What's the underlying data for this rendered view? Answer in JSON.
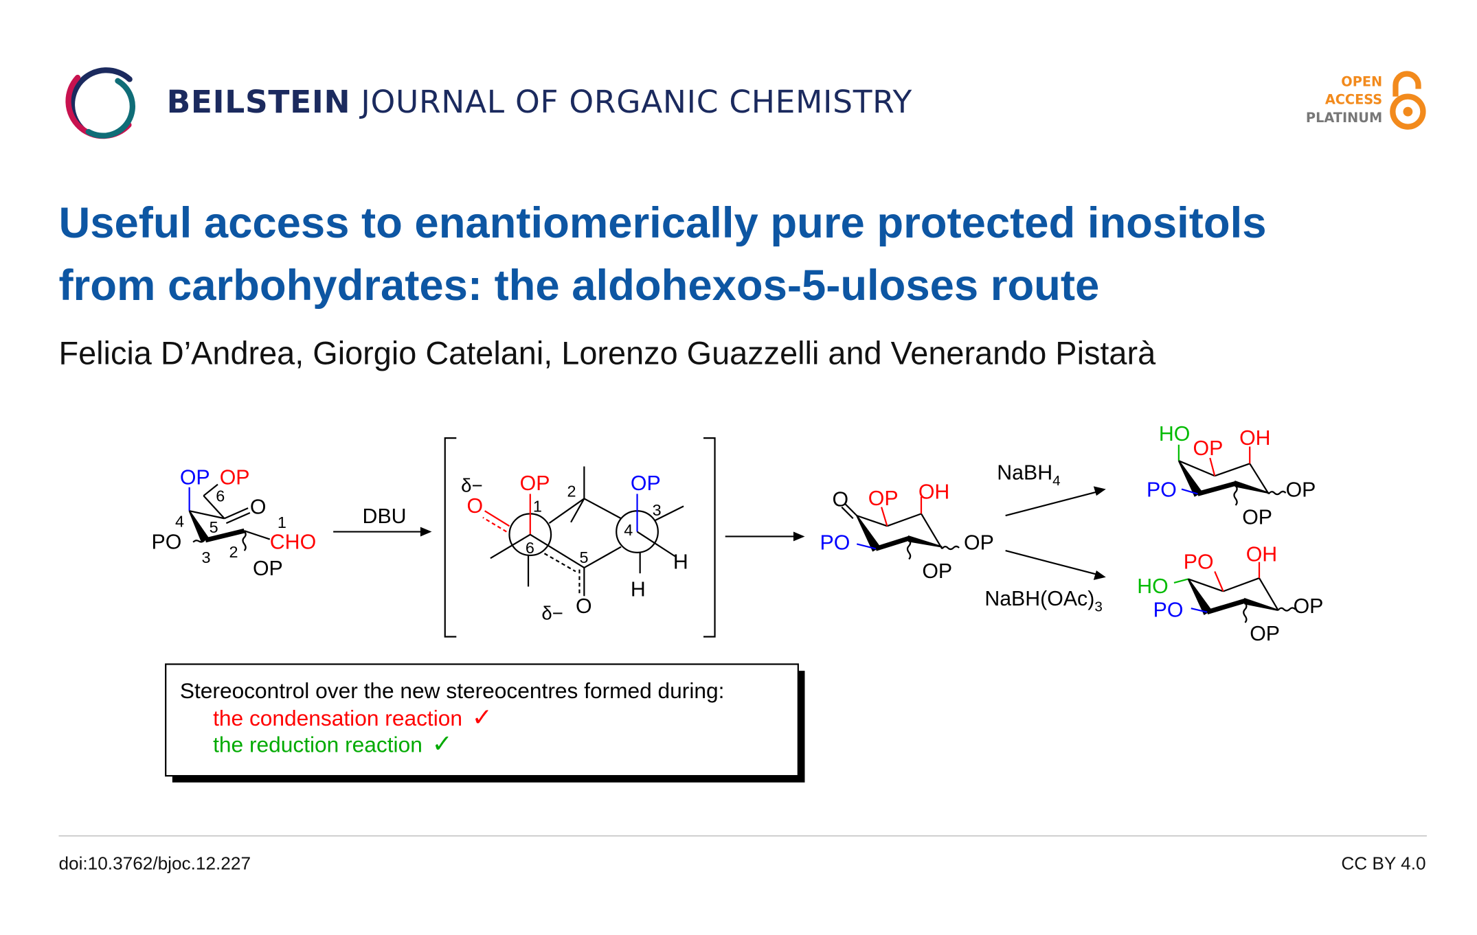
{
  "header": {
    "journal_bold": "BEILSTEIN",
    "journal_rest": "JOURNAL OF ORGANIC CHEMISTRY",
    "open_access": [
      "OPEN",
      "ACCESS",
      "PLATINUM"
    ],
    "colors": {
      "navy": "#1b2a5e",
      "crimson": "#c8124f",
      "teal": "#0f6d77",
      "orange": "#f28a1c",
      "grey": "#777777"
    }
  },
  "article": {
    "title_line1": "Useful access to enantiomerically pure protected inositols",
    "title_line2": "from carbohydrates: the aldohexos-5-uloses route",
    "authors": "Felicia D’Andrea, Giorgio Catelani, Lorenzo Guazzelli and Venerando Pistarà",
    "title_color": "#0d56a3"
  },
  "scheme": {
    "start": {
      "op_blue": "OP",
      "op_red": "OP",
      "n6": "6",
      "o": "O",
      "n4": "4",
      "n5": "5",
      "n1": "1",
      "po": "PO",
      "cho": "CHO",
      "n3": "3",
      "n2": "2",
      "op": "OP"
    },
    "reagent1": "DBU",
    "ts": {
      "delta1": "δ−",
      "o_red": "O",
      "op_red": "OP",
      "n1": "1",
      "n2": "2",
      "n6": "6",
      "n5": "5",
      "op_blue": "OP",
      "n3": "3",
      "n4": "4",
      "h1": "H",
      "h2": "H",
      "delta2": "δ−",
      "o2": "O"
    },
    "ulose": {
      "o": "O",
      "op_red": "OP",
      "oh_red": "OH",
      "po_blue": "PO",
      "op1": "OP",
      "op2": "OP"
    },
    "reagent2": "NaBH",
    "reagent2_sub": "4",
    "reagent3": "NaBH(OAc)",
    "reagent3_sub": "3",
    "prod1": {
      "ho_green": "HO",
      "op_red": "OP",
      "oh_red": "OH",
      "po_blue": "PO",
      "op1": "OP",
      "op2": "OP"
    },
    "prod2": {
      "po_red": "PO",
      "oh_red": "OH",
      "ho_green": "HO",
      "po_blue": "PO",
      "op1": "OP",
      "op2": "OP"
    },
    "box": {
      "line1": "Stereocontrol over the new stereocentres formed during:",
      "line2": "the condensation reaction",
      "line3": "the reduction reaction",
      "check": "✓"
    }
  },
  "footer": {
    "doi": "doi:10.3762/bjoc.12.227",
    "license": "CC BY 4.0"
  }
}
